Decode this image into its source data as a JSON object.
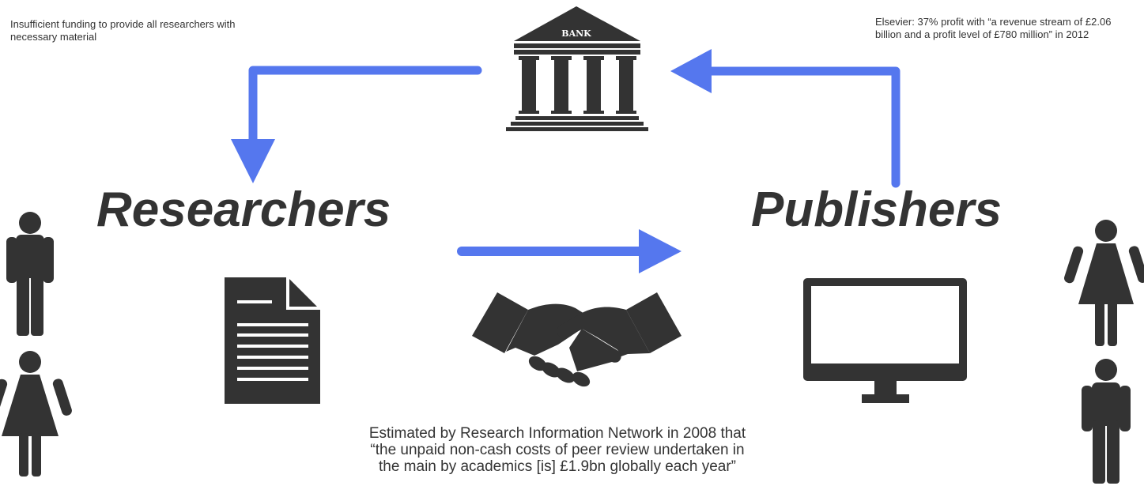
{
  "notes": {
    "left": "Insufficient funding to provide all researchers with necessary material",
    "right": "Elsevier: 37% profit with “a revenue stream of £2.06 billion and a profit level of £780 million” in 2012"
  },
  "labels": {
    "researchers": "Researchers",
    "publishers": "Publishers",
    "bank_sign": "BANK"
  },
  "caption": "Estimated by Research Information Network in 2008 that “the unpaid non-cash costs of peer review undertaken in the main by academics [is] £1.9bn globally each year”",
  "icons": {
    "bank": "bank-icon",
    "document": "document-icon",
    "handshake": "handshake-icon",
    "monitor": "monitor-icon",
    "people": [
      "man-icon",
      "woman-icon"
    ]
  },
  "colors": {
    "arrow": "#5577ee",
    "icon": "#333333",
    "text": "#333333"
  }
}
